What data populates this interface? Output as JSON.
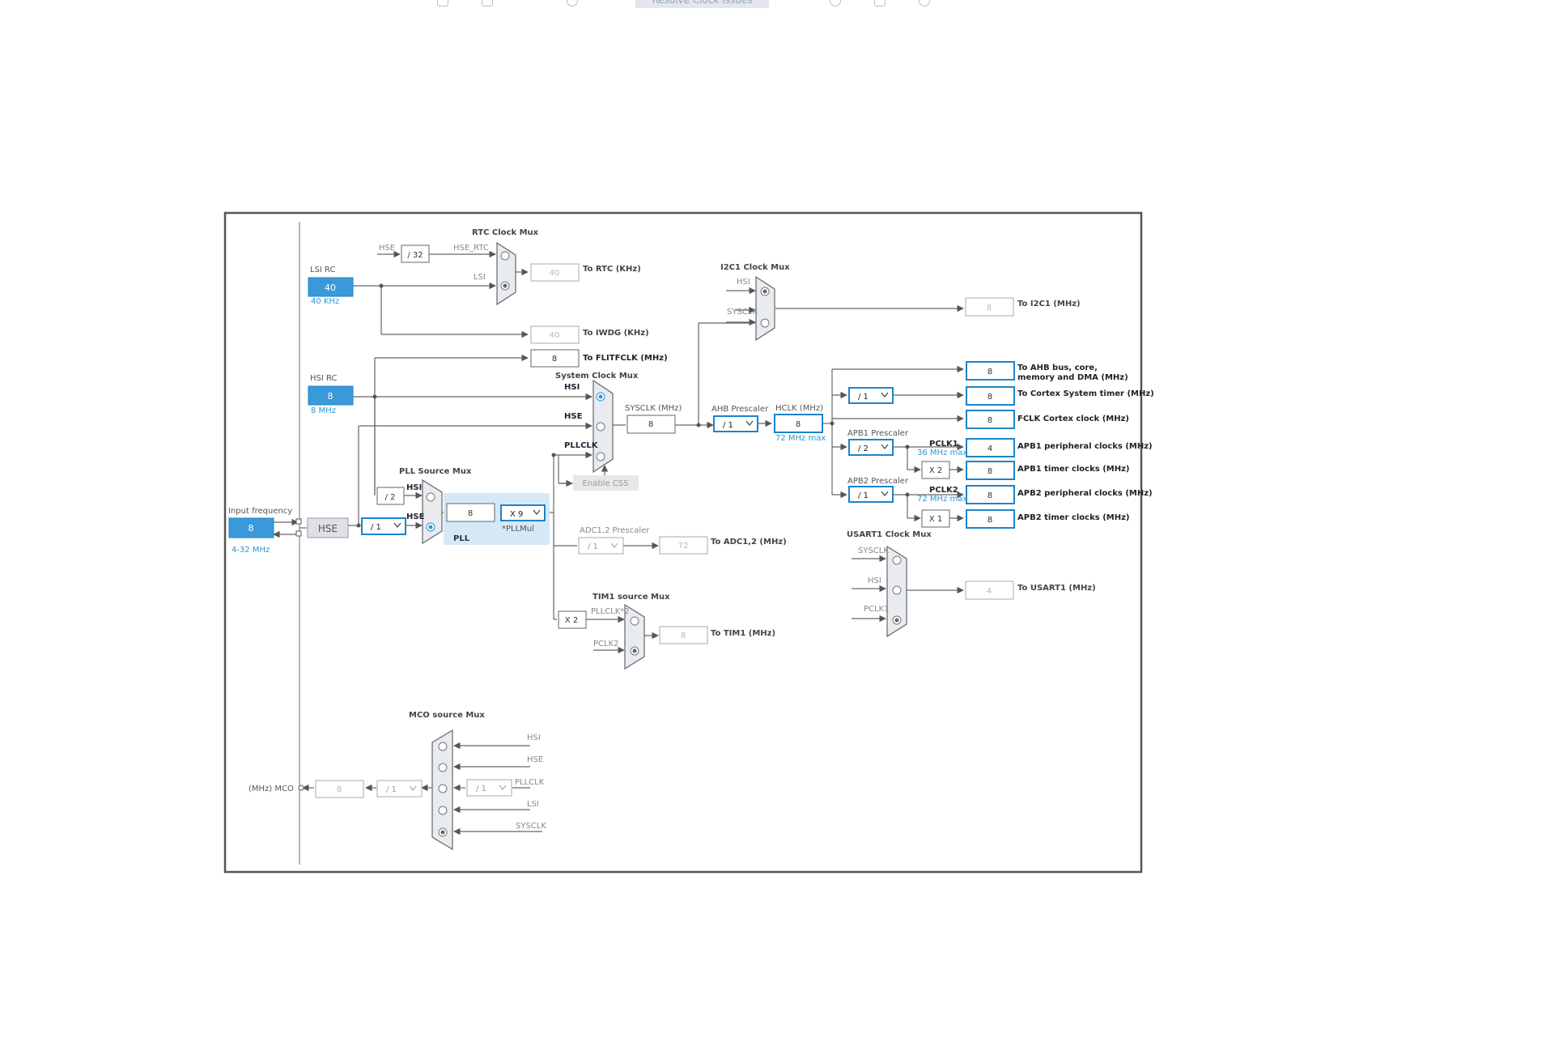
{
  "toolbar": {
    "resolve_label": "Resolve Clock Issues"
  },
  "colors": {
    "accent_blue": "#2f96d3",
    "fill_blue": "#3a9ad9",
    "border_blue": "#1d84c8",
    "frame": "#555555",
    "line": "#666666",
    "label_gray": "#777777",
    "disabled_text": "#b8b8b8",
    "pll_bg": "#d6e8f6",
    "mux_fill": "#e8ecf0"
  },
  "labels": {
    "rtc_mux": "RTC Clock Mux",
    "i2c1_mux": "I2C1 Clock Mux",
    "system_mux": "System Clock Mux",
    "pll_source_mux": "PLL Source Mux",
    "usart1_mux": "USART1 Clock Mux",
    "tim1_mux": "TIM1 source Mux",
    "mco_mux": "MCO source Mux",
    "adc_prescaler": "ADC1,2 Prescaler",
    "ahb_prescaler": "AHB Prescaler",
    "apb1_prescaler": "APB1 Prescaler",
    "apb2_prescaler": "APB2 Prescaler",
    "lsi_rc": "LSI RC",
    "hsi_rc": "HSI RC",
    "input_frequency": "Input frequency",
    "hse_block": "HSE",
    "pll": "PLL",
    "pllmul": "*PLLMul",
    "enable_css": "Enable CSS",
    "sysclk_mhz": "SYSCLK (MHz)",
    "hclk_mhz": "HCLK (MHz)",
    "pclk1": "PCLK1",
    "pclk2": "PCLK2",
    "mco_out": "(MHz) MCO",
    "sig_hse": "HSE",
    "sig_hsi": "HSI",
    "sig_lsi": "LSI",
    "sig_hse_rtc": "HSE_RTC",
    "sig_sysclk": "SYSCLK",
    "sig_pllclk": "PLLCLK",
    "sig_pclk1": "PCLK1",
    "sig_pclk2": "PCLK2",
    "sig_pllclk_x2": "PLLCLK*2"
  },
  "notes": {
    "lsi_freq": "40 KHz",
    "hsi_freq": "8 MHz",
    "input_range": "4-32 MHz",
    "hclk_max": "72 MHz max",
    "pclk1_max": "36 MHz max",
    "pclk2_max": "72 MHz max"
  },
  "values": {
    "lsi": "40",
    "hsi": "8",
    "input_freq": "8",
    "rtc": "40",
    "iwdg": "40",
    "flitfclk": "8",
    "i2c1": "8",
    "sysclk": "8",
    "hclk": "8",
    "ahb_out": "8",
    "cortex_timer": "8",
    "fclk": "8",
    "apb1_periph": "4",
    "apb1_timer": "8",
    "apb2_periph": "8",
    "apb2_timer": "8",
    "pll_in": "8",
    "adc": "72",
    "tim1": "8",
    "usart1": "4",
    "mco": "8"
  },
  "dividers": {
    "rtc_hse": "/ 32",
    "pll_hsi": "/ 2",
    "hse_pre": "/ 1",
    "pllmul": "X 9",
    "ahb": "/ 1",
    "cortex": "/ 1",
    "apb1": "/ 2",
    "apb2": "/ 1",
    "apb1_timer_mult": "X 2",
    "apb2_timer_mult": "X 1",
    "adc": "/ 1",
    "tim1_mult": "X 2",
    "mco_out_div": "/ 1",
    "mco_pll_div": "/ 1"
  },
  "outputs": {
    "rtc": "To RTC (KHz)",
    "iwdg": "To IWDG (KHz)",
    "flitfclk": "To FLITFCLK (MHz)",
    "i2c1": "To I2C1 (MHz)",
    "ahb_line1": "To AHB bus, core,",
    "ahb_line2": "memory and DMA (MHz)",
    "cortex": "To Cortex System timer (MHz)",
    "fclk": "FCLK Cortex clock (MHz)",
    "apb1_periph": "APB1 peripheral clocks (MHz)",
    "apb1_timer": "APB1 timer clocks (MHz)",
    "apb2_periph": "APB2 peripheral clocks (MHz)",
    "apb2_timer": "APB2 timer clocks (MHz)",
    "adc": "To ADC1,2 (MHz)",
    "tim1": "To TIM1 (MHz)",
    "usart1": "To USART1 (MHz)"
  }
}
